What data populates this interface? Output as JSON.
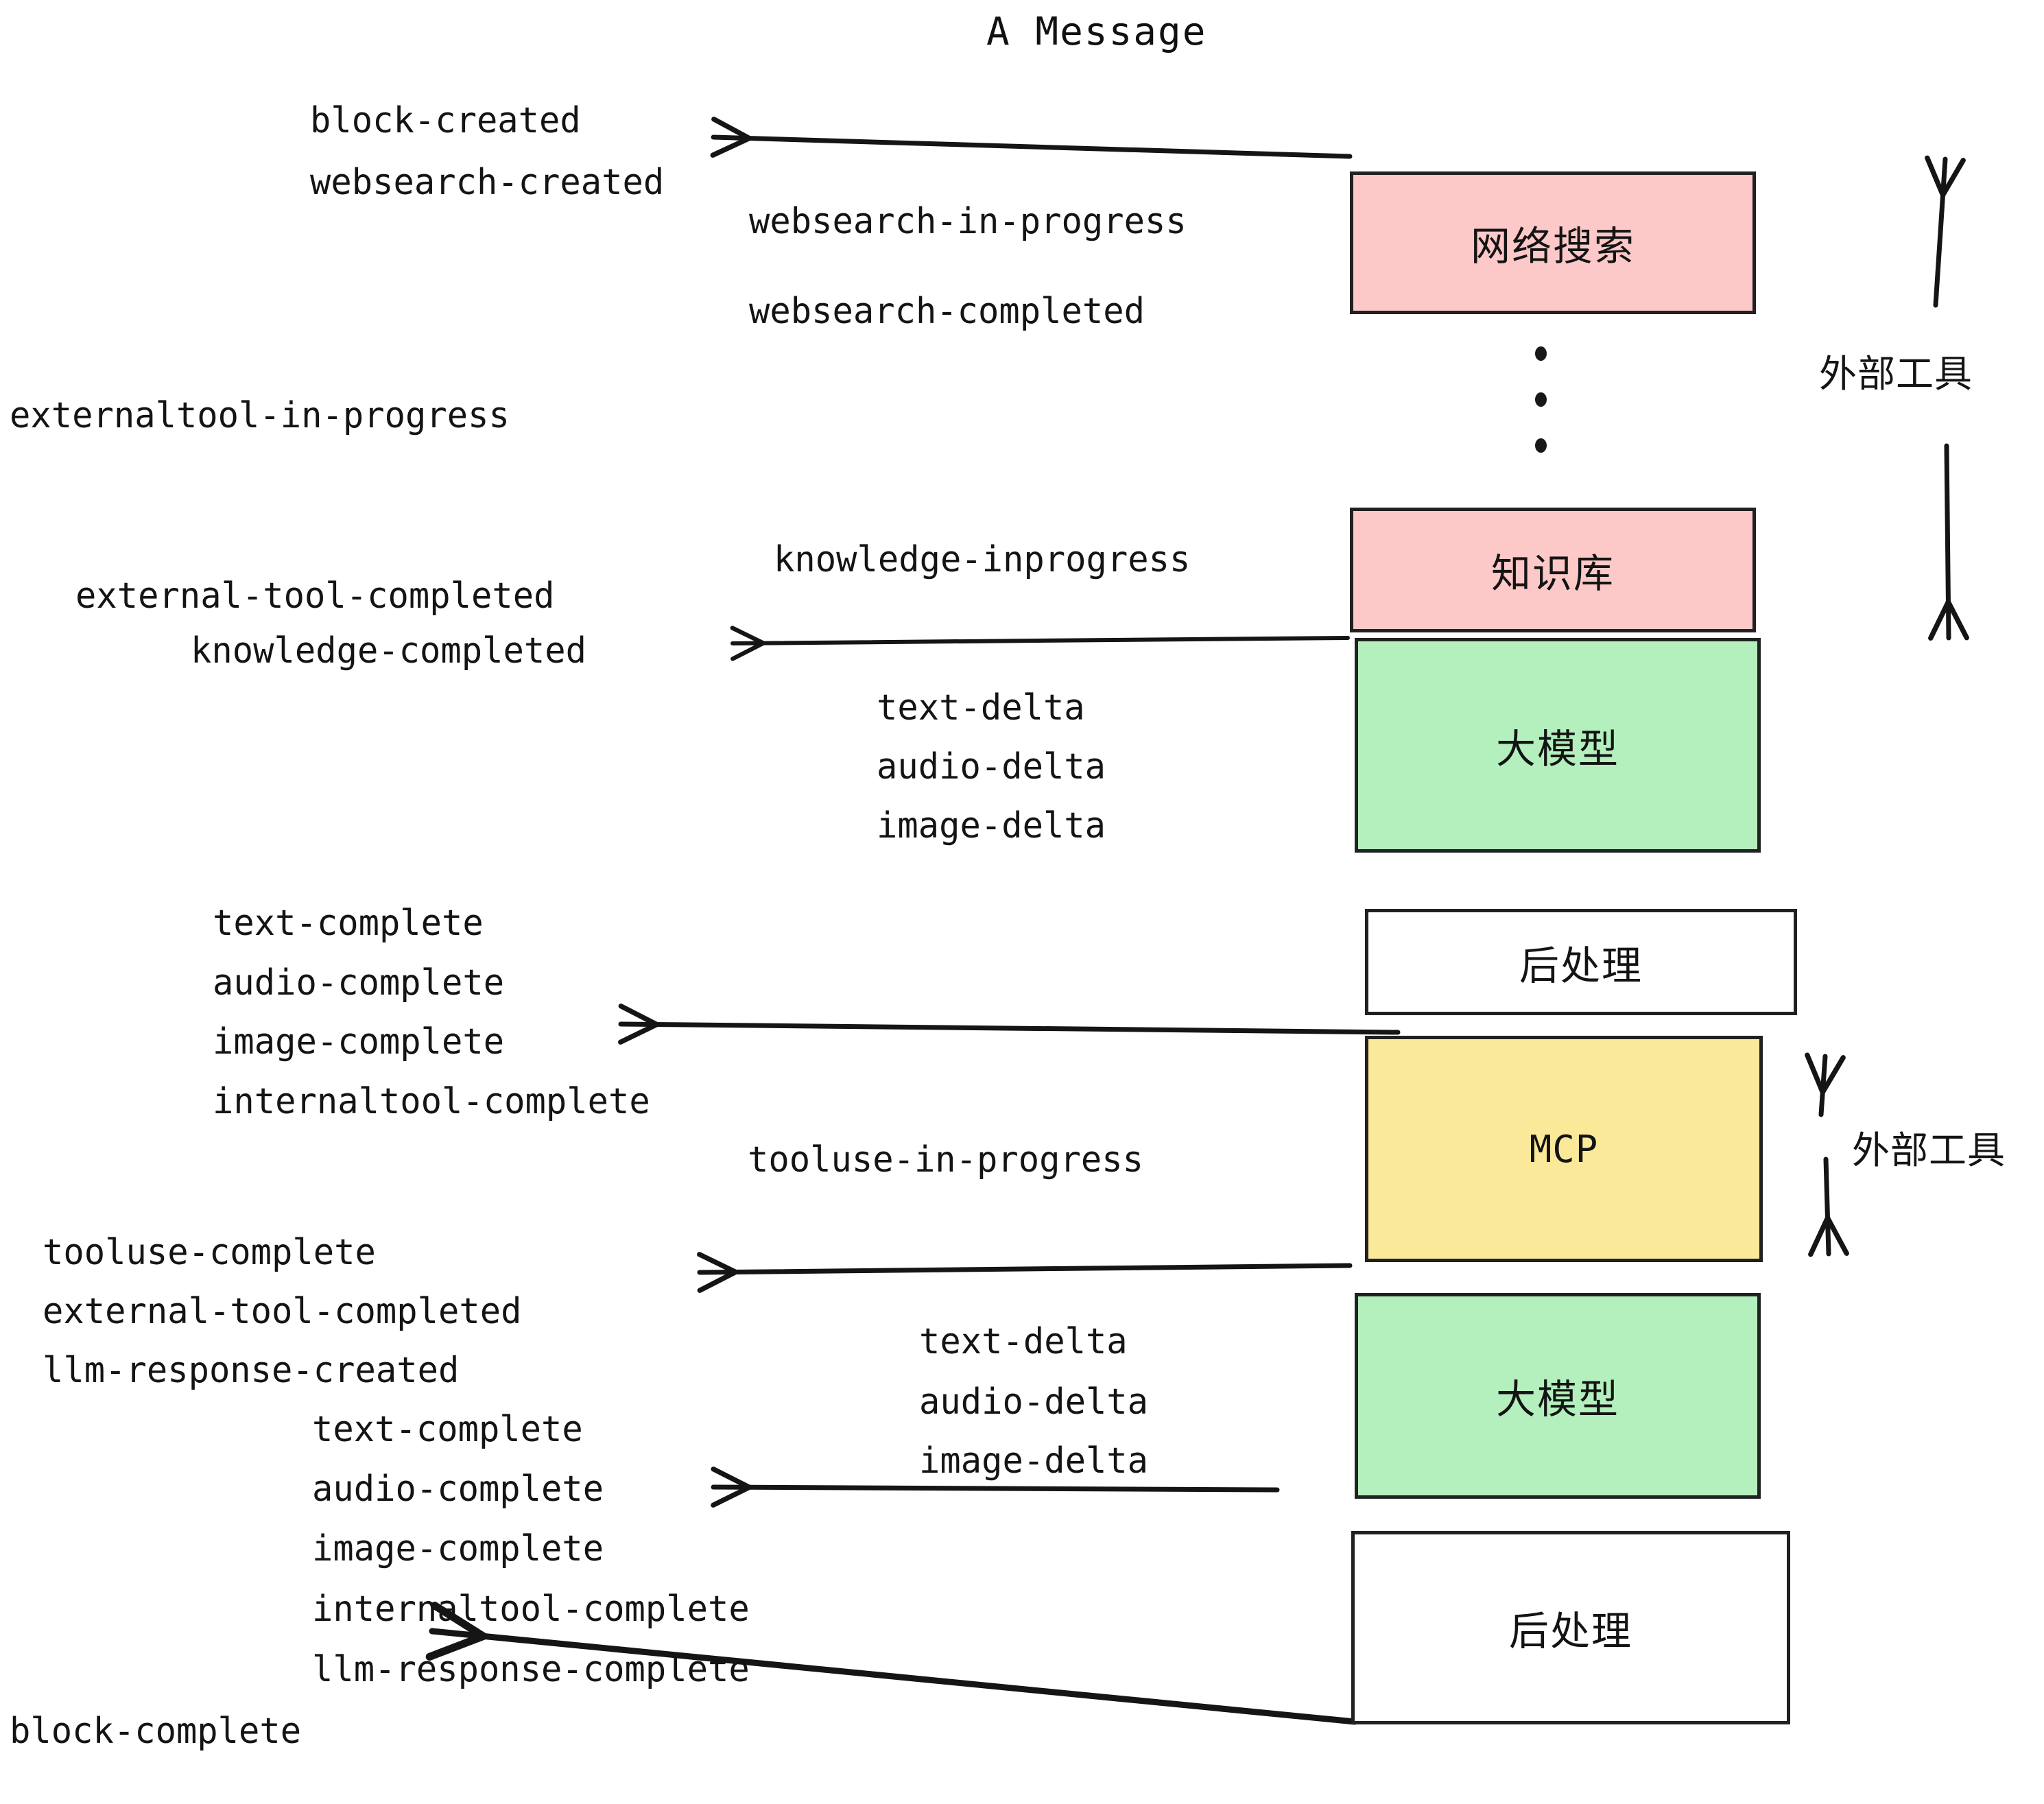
{
  "title": "A Message",
  "colors": {
    "pink": "#fcc8c8",
    "green": "#b3f0bd",
    "yellow": "#fbe99a",
    "white": "#ffffff",
    "stroke": "#212121",
    "text": "#141414"
  },
  "nodes": [
    {
      "id": "websearch",
      "label": "网络搜索",
      "fill": "#fcc8c8"
    },
    {
      "id": "knowledge",
      "label": "知识库",
      "fill": "#fcc8c8"
    },
    {
      "id": "llm-top",
      "label": "大模型",
      "fill": "#b3f0bd"
    },
    {
      "id": "postprocess-top",
      "label": "后处理",
      "fill": "#ffffff"
    },
    {
      "id": "mcp",
      "label": "MCP",
      "fill": "#fbe99a"
    },
    {
      "id": "llm-bottom",
      "label": "大模型",
      "fill": "#b3f0bd"
    },
    {
      "id": "postprocess-bottom",
      "label": "后处理",
      "fill": "#ffffff"
    }
  ],
  "side_labels": [
    {
      "id": "external-tools-top",
      "label": "外部工具"
    },
    {
      "id": "external-tools-bottom",
      "label": "外部工具"
    }
  ],
  "events": {
    "block_created": "block-created",
    "websearch_created": "websearch-created",
    "websearch_in_progress": "websearch-in-progress",
    "websearch_completed": "websearch-completed",
    "externaltool_in_progress": "externaltool-in-progress",
    "knowledge_inprogress": "knowledge-inprogress",
    "external_tool_completed_1": "external-tool-completed",
    "knowledge_completed": "knowledge-completed",
    "text_delta_1": "text-delta",
    "audio_delta_1": "audio-delta",
    "image_delta_1": "image-delta",
    "text_complete_1": "text-complete",
    "audio_complete_1": "audio-complete",
    "image_complete_1": "image-complete",
    "internaltool_complete_1": "internaltool-complete",
    "tooluse_in_progress": "tooluse-in-progress",
    "tooluse_complete": "tooluse-complete",
    "external_tool_completed_2": "external-tool-completed",
    "llm_response_created": "llm-response-created",
    "text_delta_2": "text-delta",
    "audio_delta_2": "audio-delta",
    "image_delta_2": "image-delta",
    "text_complete_2": "text-complete",
    "audio_complete_2": "audio-complete",
    "image_complete_2": "image-complete",
    "internaltool_complete_2": "internaltool-complete",
    "llm_response_complete": "llm-response-complete",
    "block_complete": "block-complete"
  }
}
